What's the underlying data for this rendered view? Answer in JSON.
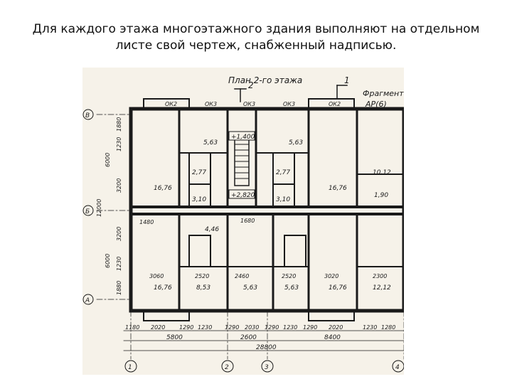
{
  "caption": {
    "line1": "Для каждого этажа многоэтажного здания выполняют на отдельном",
    "line2": "листе свой чертеж, снабженный надписью."
  },
  "plan": {
    "title": "План 2-го этажа",
    "fragment": "Фрагмент 2",
    "fragment_sub": "АР(6)",
    "section_marks": [
      "2",
      "1"
    ],
    "axes": {
      "columns": [
        "1",
        "2",
        "3",
        "4"
      ],
      "rows": [
        "В",
        "Б",
        "А"
      ]
    },
    "windows": [
      "ОК2",
      "ОК3",
      "ОК3",
      "ОК3",
      "ОК2"
    ],
    "levels": [
      "+1,400",
      "+2,820"
    ],
    "areas": {
      "left_top_room": "16,76",
      "left_kitchen": "5,63",
      "left_hall": "2,77",
      "left_bath": "3,10",
      "left_corr": "4,46",
      "right_kitchen": "5,63",
      "right_hall": "2,77",
      "right_bath": "3,10",
      "right_top_room": "16,76",
      "right_small_room": "10,12",
      "right_closet": "1,90",
      "bottom_left_room": "16,76",
      "bottom_room2": "8,53",
      "bottom_room3": "5,63",
      "bottom_room4": "5,63",
      "bottom_room5": "16,76",
      "bottom_room6": "12,12"
    },
    "dims_bottom_row1": [
      "1180",
      "2020",
      "1290",
      "1230",
      "1290",
      "2030",
      "1290",
      "1230",
      "1290",
      "2020",
      "1230",
      "1280"
    ],
    "dims_bottom_row2": [
      "5800",
      "2600",
      "8400"
    ],
    "dims_total": "28800",
    "dims_left": [
      "1880",
      "1230",
      "3200",
      "3200",
      "1230",
      "1880"
    ],
    "dims_left_total": [
      "6000",
      "12000",
      "6000"
    ],
    "dims_inner": [
      "3060",
      "2520",
      "2460",
      "2520",
      "3020",
      "2300",
      "1480",
      "1680"
    ]
  }
}
